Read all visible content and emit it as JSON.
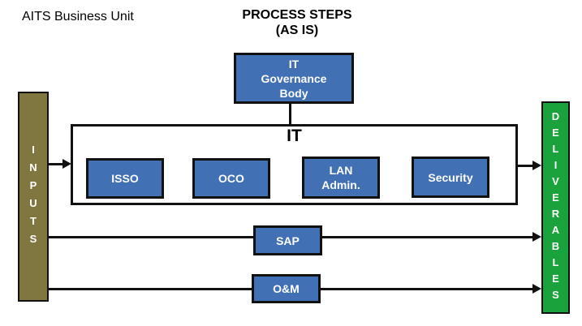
{
  "header": {
    "unit_label": "AITS Business Unit",
    "title_line1": "PROCESS STEPS",
    "title_line2": "(AS IS)"
  },
  "lanes": {
    "inputs": "INPUTS",
    "deliverables": "DELIVERABLES"
  },
  "diagram": {
    "governance": {
      "line1": "IT",
      "line2": "Governance",
      "line3": "Body"
    },
    "it_group_label": "IT",
    "isso": "ISSO",
    "oco": "OCO",
    "lan": {
      "line1": "LAN",
      "line2": "Admin."
    },
    "security": "Security",
    "sap": "SAP",
    "om": "O&M"
  },
  "colors": {
    "node_blue": "#4170B4",
    "inputs_olive": "#7F7640",
    "deliverables_green": "#1AA23C",
    "line_black": "#111111",
    "text_white": "#FFFFFF"
  }
}
